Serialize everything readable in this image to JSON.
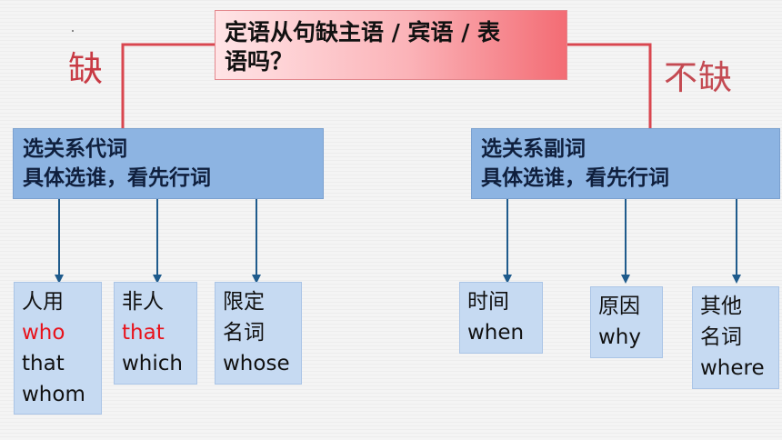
{
  "question": {
    "line1": "定语从句缺主语 / 宾语 / 表",
    "line2": "语吗？"
  },
  "branch_left_label": "缺",
  "branch_right_label": "不缺",
  "left_box": {
    "line1": "选关系代词",
    "line2": "具体选谁，看先行词"
  },
  "right_box": {
    "line1": "选关系副词",
    "line2": "具体选谁，看先行词"
  },
  "leaves": [
    {
      "lines": [
        "人用",
        "who",
        "that",
        "whom"
      ],
      "red_index": 1
    },
    {
      "lines": [
        "非人",
        "that",
        "which"
      ],
      "red_index": 1
    },
    {
      "lines": [
        "限定",
        "名词",
        "whose"
      ],
      "red_index": -1
    },
    {
      "lines": [
        "时间",
        "when"
      ],
      "red_index": -1
    },
    {
      "lines": [
        "原因",
        "why"
      ],
      "red_index": -1
    },
    {
      "lines": [
        "其他",
        "名词",
        "where"
      ],
      "red_index": -1
    }
  ],
  "colors": {
    "connector_red": "#d9464f",
    "arrow_blue": "#1f5b8c",
    "highlight_red": "#e8121b"
  }
}
